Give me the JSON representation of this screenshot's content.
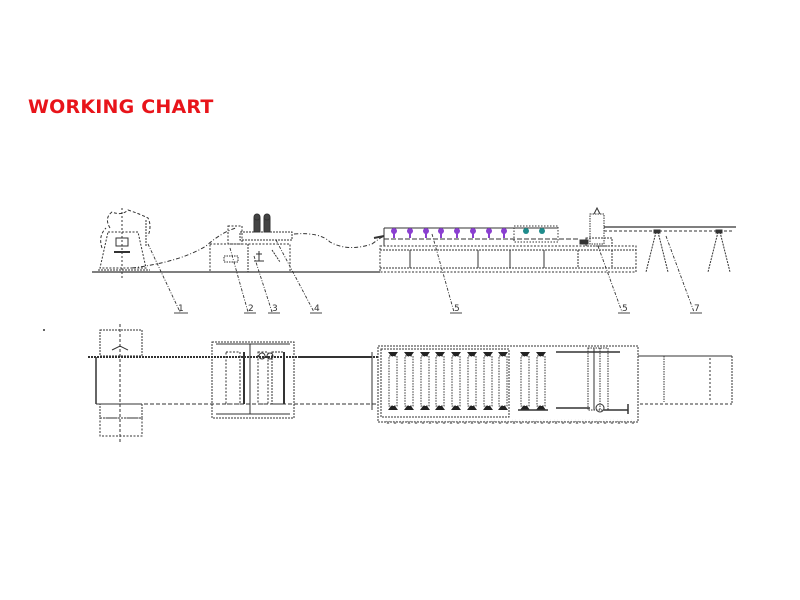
{
  "page": {
    "title": "WORKING CHART",
    "title_color": "#e8141a"
  },
  "diagram": {
    "type": "roll forming production line layout",
    "views": [
      "elevation (side view)",
      "plan (top view)"
    ],
    "line_color": "#333333",
    "accent_colors": {
      "roller_purple": "#8a3fd0",
      "roller_teal": "#1f8c8c"
    },
    "callouts": [
      {
        "id": "1",
        "label": "1",
        "component": "decoiler"
      },
      {
        "id": "2",
        "label": "2",
        "component": "guiding / feeding unit"
      },
      {
        "id": "3",
        "label": "3",
        "component": "pre-cutting unit"
      },
      {
        "id": "4",
        "label": "4",
        "component": "pre-punching unit"
      },
      {
        "id": "5a",
        "label": "5",
        "component": "roll forming stations"
      },
      {
        "id": "5b",
        "label": "5",
        "component": "post cutting unit"
      },
      {
        "id": "7",
        "label": "7",
        "component": "run-out table"
      }
    ],
    "roller_stations_count": 10
  }
}
